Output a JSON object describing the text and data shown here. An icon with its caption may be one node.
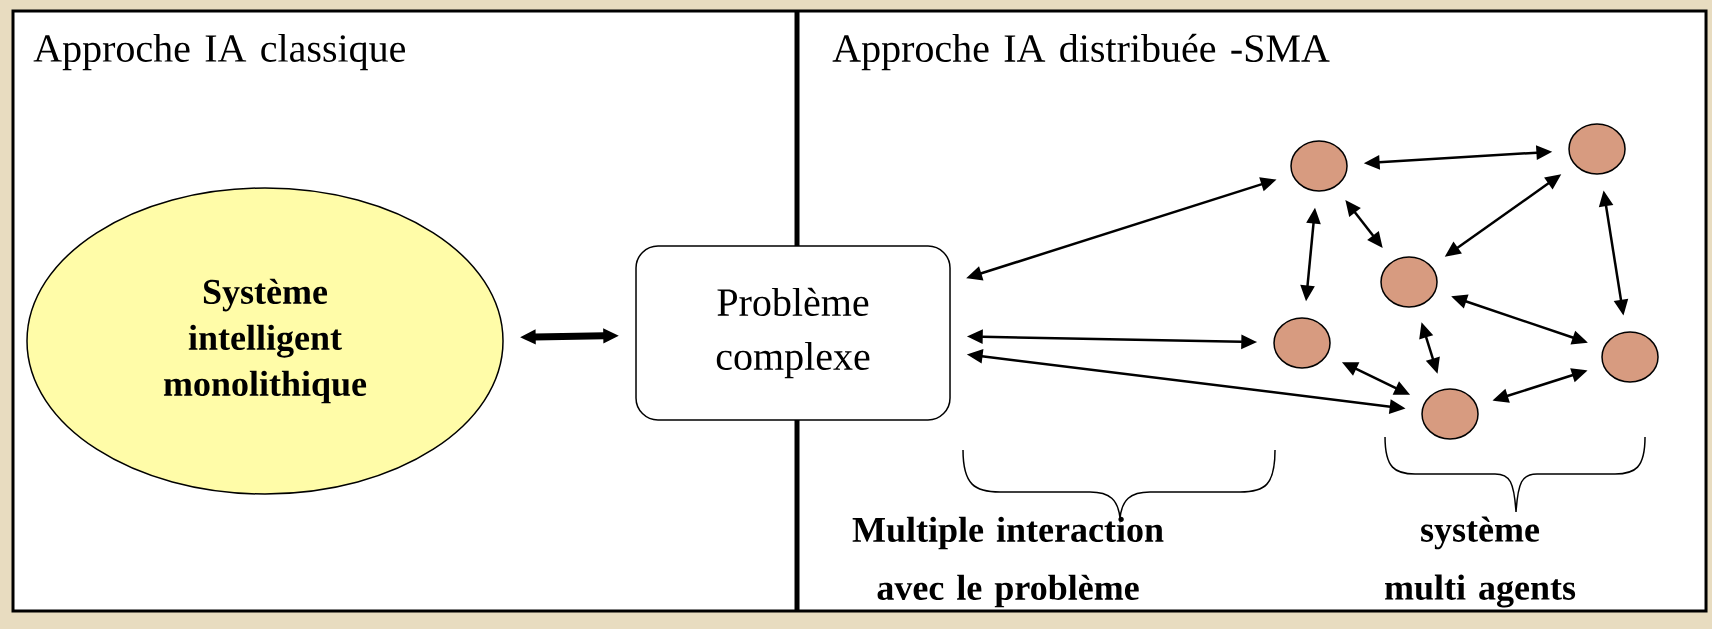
{
  "diagram": {
    "nodes": [
      {
        "text": [
          "Système intelligent monolithique"
        ]
      },
      {
        "text": [
          "Problème complexe"
        ]
      },
      {
        "text": [],
        "shape": "circle"
      },
      {
        "text": [],
        "shape": "circle"
      },
      {
        "text": [],
        "shape": "circle"
      },
      {
        "text": [],
        "shape": "circle"
      },
      {
        "text": [],
        "shape": "circle"
      },
      {
        "text": [],
        "shape": "circle"
      }
    ],
    "edges": [
      {
        "from": 0,
        "to": 1,
        "arrow": "both",
        "style": "thick"
      },
      {
        "from": 1,
        "to": 2,
        "arrow": "both"
      },
      {
        "from": 1,
        "to": 5,
        "arrow": "both"
      },
      {
        "from": 1,
        "to": 7,
        "arrow": "both"
      },
      {
        "from": 2,
        "to": 3,
        "arrow": "both"
      },
      {
        "from": 2,
        "to": 5,
        "arrow": "both"
      },
      {
        "from": 2,
        "to": 4,
        "arrow": "both"
      },
      {
        "from": 3,
        "to": 4,
        "arrow": "both"
      },
      {
        "from": 3,
        "to": 6,
        "arrow": "both"
      },
      {
        "from": 4,
        "to": 6,
        "arrow": "both"
      },
      {
        "from": 4,
        "to": 7,
        "arrow": "both"
      },
      {
        "from": 5,
        "to": 7,
        "arrow": "both"
      },
      {
        "from": 7,
        "to": 6,
        "arrow": "both"
      }
    ],
    "labels": [
      "Approche IA classique",
      "Approche IA distribuée -SMA",
      "Multiple interaction avec le problème",
      "système multi agents"
    ]
  }
}
